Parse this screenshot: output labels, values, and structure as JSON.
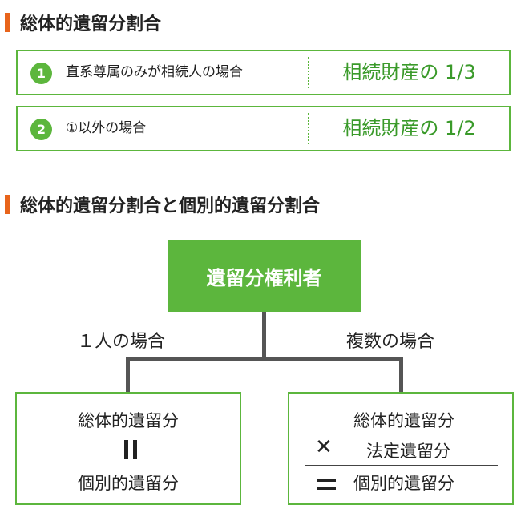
{
  "section1": {
    "title": "総体的遺留分割合",
    "rows": [
      {
        "num": "1",
        "condition": "直系尊属のみが相続人の場合",
        "ratio": "相続財産の 1/3"
      },
      {
        "num": "2",
        "condition": "①以外の場合",
        "ratio": "相続財産の 1/2"
      }
    ]
  },
  "section2": {
    "title": "総体的遺留分割合と個別的遺留分割合",
    "root": "遺留分権利者",
    "branch_left": "１人の場合",
    "branch_right": "複数の場合",
    "left_box": {
      "top": "総体的遺留分",
      "bottom": "個別的遺留分"
    },
    "right_box": {
      "line1": "総体的遺留分",
      "line2": "法定遺留分",
      "line3": "個別的遺留分"
    }
  },
  "colors": {
    "accent_green": "#5cb63d",
    "ratio_green": "#3a9a2a",
    "heading_bar": "#e8641b"
  }
}
